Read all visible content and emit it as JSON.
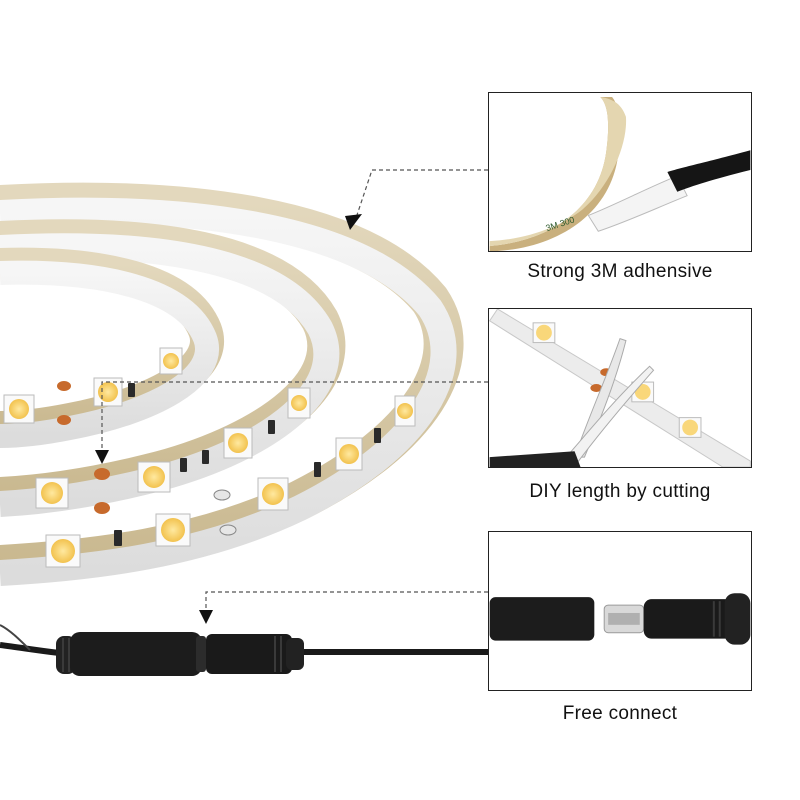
{
  "features": [
    {
      "caption": "Strong 3M adhensive",
      "icon": "adhesive-tape-icon"
    },
    {
      "caption": "DIY length by cutting",
      "icon": "scissors-icon"
    },
    {
      "caption": "Free connect",
      "icon": "dc-connector-icon"
    }
  ],
  "colors": {
    "strip_silicone": "#eeeeee",
    "backing_tape": "#d6c9a8",
    "led_chip": "#f9d77a",
    "copper_pad": "#c76a2c",
    "cable": "#1a1a1a",
    "frame": "#222222"
  }
}
